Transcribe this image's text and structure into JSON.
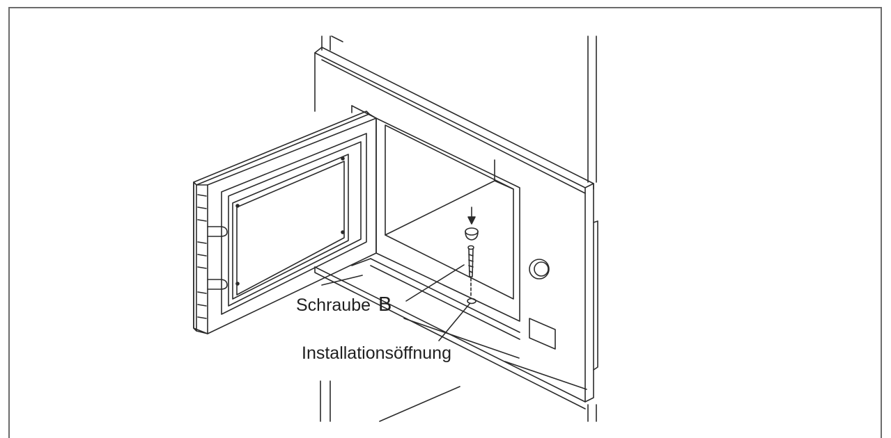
{
  "labels": {
    "screw_word": "Schraube",
    "screw_letter": "B",
    "installation_opening": "Installationsöffnung"
  },
  "colors": {
    "line": "#2a2a2a",
    "frame": "#6b6b6b",
    "background": "#ffffff"
  }
}
